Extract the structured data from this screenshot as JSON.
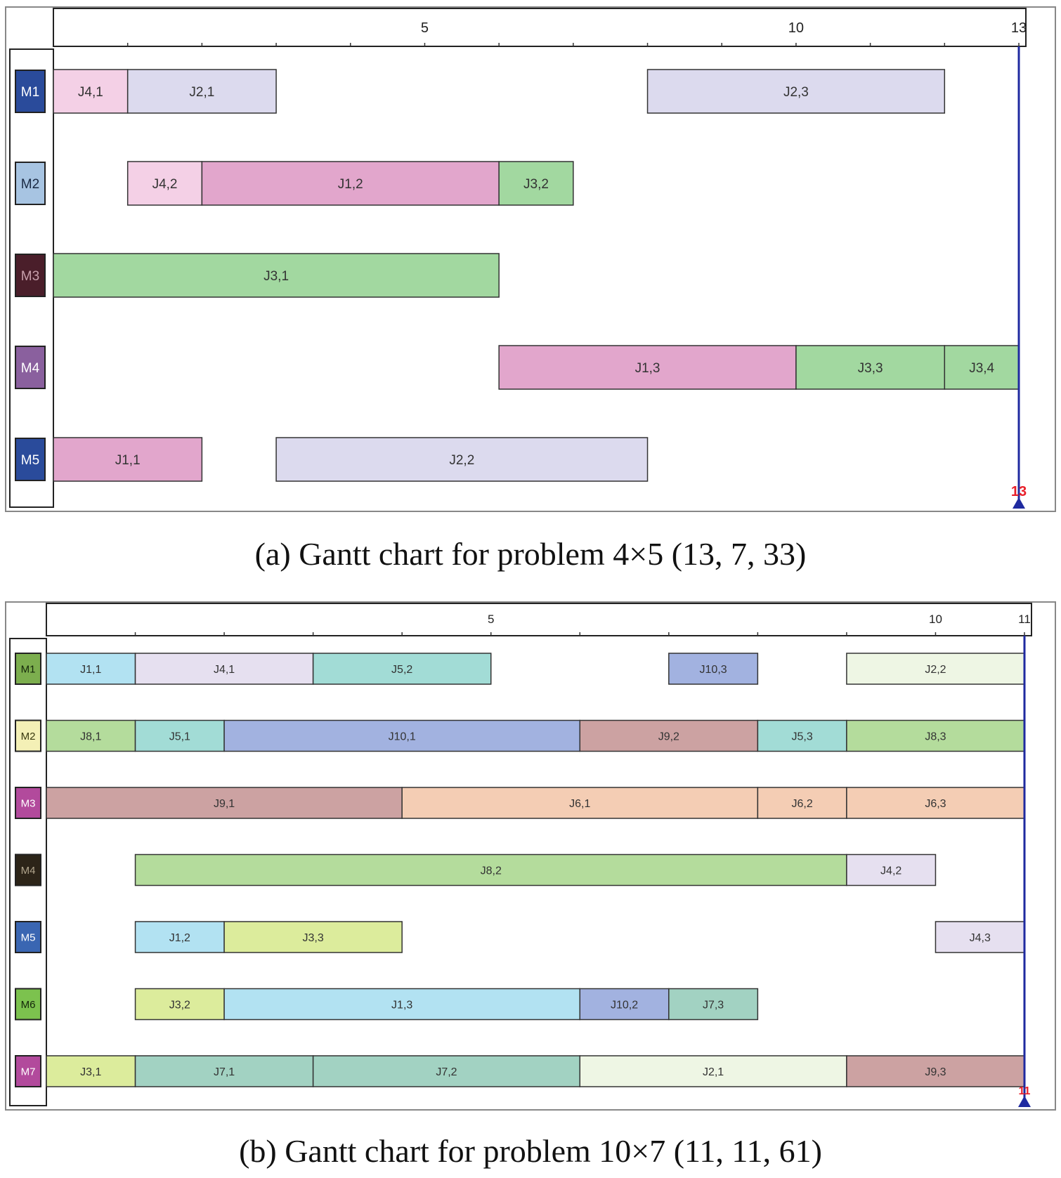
{
  "chart_data": [
    {
      "type": "gantt",
      "caption": "(a) Gantt chart for problem 4×5 (13, 7, 33)",
      "x_range": [
        0,
        13
      ],
      "major_ticks": [
        5,
        10,
        13
      ],
      "marker": {
        "value": 13,
        "label": "13",
        "color": "#e8202a"
      },
      "machines": [
        {
          "name": "M1",
          "color": "#2a4b9b",
          "text_color": "#ffffff"
        },
        {
          "name": "M2",
          "color": "#a7c4e2",
          "text_color": "#1a2a44"
        },
        {
          "name": "M3",
          "color": "#4a1e2a",
          "text_color": "#c8a0ac"
        },
        {
          "name": "M4",
          "color": "#8a609e",
          "text_color": "#ffffff"
        },
        {
          "name": "M5",
          "color": "#2a4b9b",
          "text_color": "#ffffff"
        }
      ],
      "tasks": [
        {
          "machine": 0,
          "label": "J4,1",
          "start": 0,
          "end": 1,
          "color": "#f4d0e6"
        },
        {
          "machine": 0,
          "label": "J2,1",
          "start": 1,
          "end": 3,
          "color": "#dcdaee"
        },
        {
          "machine": 0,
          "label": "J2,3",
          "start": 8,
          "end": 12,
          "color": "#dcdaee"
        },
        {
          "machine": 1,
          "label": "J4,2",
          "start": 1,
          "end": 2,
          "color": "#f4d0e6"
        },
        {
          "machine": 1,
          "label": "J1,2",
          "start": 2,
          "end": 6,
          "color": "#e2a6cc"
        },
        {
          "machine": 1,
          "label": "J3,2",
          "start": 6,
          "end": 7,
          "color": "#a2d8a0"
        },
        {
          "machine": 2,
          "label": "J3,1",
          "start": 0,
          "end": 6,
          "color": "#a2d8a0"
        },
        {
          "machine": 3,
          "label": "J1,3",
          "start": 6,
          "end": 10,
          "color": "#e2a6cc"
        },
        {
          "machine": 3,
          "label": "J3,3",
          "start": 10,
          "end": 12,
          "color": "#a2d8a0"
        },
        {
          "machine": 3,
          "label": "J3,4",
          "start": 12,
          "end": 13,
          "color": "#a2d8a0"
        },
        {
          "machine": 4,
          "label": "J1,1",
          "start": 0,
          "end": 2,
          "color": "#e2a6cc"
        },
        {
          "machine": 4,
          "label": "J2,2",
          "start": 3,
          "end": 8,
          "color": "#dcdaee"
        }
      ]
    },
    {
      "type": "gantt",
      "caption": "(b) Gantt chart for problem 10×7 (11, 11, 61)",
      "x_range": [
        0,
        11
      ],
      "major_ticks": [
        5,
        10,
        11
      ],
      "marker": {
        "value": 11,
        "label": "11",
        "color": "#e8202a"
      },
      "machines": [
        {
          "name": "M1",
          "color": "#7cae4e",
          "text_color": "#14260a"
        },
        {
          "name": "M2",
          "color": "#f4f0b6",
          "text_color": "#3a3a10"
        },
        {
          "name": "M3",
          "color": "#b24a9c",
          "text_color": "#ffffff"
        },
        {
          "name": "M4",
          "color": "#2c2418",
          "text_color": "#b0a48c"
        },
        {
          "name": "M5",
          "color": "#3a66b2",
          "text_color": "#ffffff"
        },
        {
          "name": "M6",
          "color": "#7cc24e",
          "text_color": "#14260a"
        },
        {
          "name": "M7",
          "color": "#b24a9c",
          "text_color": "#ffffff"
        }
      ],
      "tasks": [
        {
          "machine": 0,
          "label": "J1,1",
          "start": 0,
          "end": 1,
          "color": "#b2e2f2"
        },
        {
          "machine": 0,
          "label": "J4,1",
          "start": 1,
          "end": 3,
          "color": "#e6e0f0"
        },
        {
          "machine": 0,
          "label": "J5,2",
          "start": 3,
          "end": 5,
          "color": "#a2dcd6"
        },
        {
          "machine": 0,
          "label": "J10,3",
          "start": 7,
          "end": 8,
          "color": "#a2b2e0"
        },
        {
          "machine": 0,
          "label": "J2,2",
          "start": 9,
          "end": 11,
          "color": "#eef6e4"
        },
        {
          "machine": 1,
          "label": "J8,1",
          "start": 0,
          "end": 1,
          "color": "#b4dc9c"
        },
        {
          "machine": 1,
          "label": "J5,1",
          "start": 1,
          "end": 2,
          "color": "#a2dcd6"
        },
        {
          "machine": 1,
          "label": "J10,1",
          "start": 2,
          "end": 6,
          "color": "#a2b2e0"
        },
        {
          "machine": 1,
          "label": "J9,2",
          "start": 6,
          "end": 8,
          "color": "#cca2a2"
        },
        {
          "machine": 1,
          "label": "J5,3",
          "start": 8,
          "end": 9,
          "color": "#a2dcd6"
        },
        {
          "machine": 1,
          "label": "J8,3",
          "start": 9,
          "end": 11,
          "color": "#b4dc9c"
        },
        {
          "machine": 2,
          "label": "J9,1",
          "start": 0,
          "end": 4,
          "color": "#cca2a2"
        },
        {
          "machine": 2,
          "label": "J6,1",
          "start": 4,
          "end": 8,
          "color": "#f4cdb4"
        },
        {
          "machine": 2,
          "label": "J6,2",
          "start": 8,
          "end": 9,
          "color": "#f4cdb4"
        },
        {
          "machine": 2,
          "label": "J6,3",
          "start": 9,
          "end": 11,
          "color": "#f4cdb4"
        },
        {
          "machine": 3,
          "label": "J8,2",
          "start": 1,
          "end": 9,
          "color": "#b4dc9c"
        },
        {
          "machine": 3,
          "label": "J4,2",
          "start": 9,
          "end": 10,
          "color": "#e6e0f0"
        },
        {
          "machine": 4,
          "label": "J1,2",
          "start": 1,
          "end": 2,
          "color": "#b2e2f2"
        },
        {
          "machine": 4,
          "label": "J3,3",
          "start": 2,
          "end": 4,
          "color": "#dcec9c"
        },
        {
          "machine": 4,
          "label": "J4,3",
          "start": 10,
          "end": 11,
          "color": "#e6e0f0"
        },
        {
          "machine": 5,
          "label": "J3,2",
          "start": 1,
          "end": 2,
          "color": "#dcec9c"
        },
        {
          "machine": 5,
          "label": "J1,3",
          "start": 2,
          "end": 6,
          "color": "#b2e2f2"
        },
        {
          "machine": 5,
          "label": "J10,2",
          "start": 6,
          "end": 7,
          "color": "#a2b2e0"
        },
        {
          "machine": 5,
          "label": "J7,3",
          "start": 7,
          "end": 8,
          "color": "#a2d2c2"
        },
        {
          "machine": 6,
          "label": "J3,1",
          "start": 0,
          "end": 1,
          "color": "#dcec9c"
        },
        {
          "machine": 6,
          "label": "J7,1",
          "start": 1,
          "end": 3,
          "color": "#a2d2c2"
        },
        {
          "machine": 6,
          "label": "J7,2",
          "start": 3,
          "end": 6,
          "color": "#a2d2c2"
        },
        {
          "machine": 6,
          "label": "J2,1",
          "start": 6,
          "end": 9,
          "color": "#eef6e4"
        },
        {
          "machine": 6,
          "label": "J9,3",
          "start": 9,
          "end": 11,
          "color": "#cca2a2"
        }
      ]
    }
  ],
  "theme": {
    "axis_line": "#1f2aa0",
    "frame": "#555555",
    "header_bg": "#ffffff",
    "task_stroke": "#333333"
  }
}
